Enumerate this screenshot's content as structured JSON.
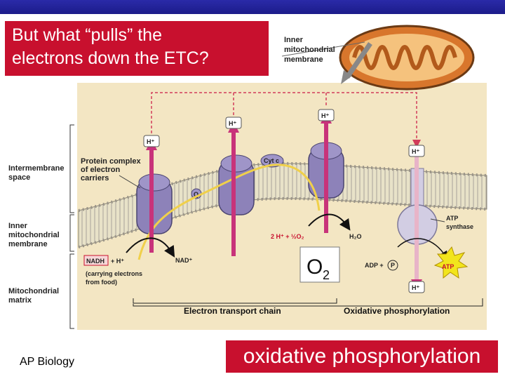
{
  "slide": {
    "title_line1": "But what “pulls” the",
    "title_line2": "electrons down the ETC?",
    "footer_left": "AP Biology",
    "footer_right": "oxidative phosphorylation"
  },
  "diagram": {
    "inner_membrane_callout": [
      "Inner",
      "mitochondrial",
      "membrane"
    ],
    "side_labels": {
      "intermembrane": [
        "Intermembrane",
        "space"
      ],
      "inner_membrane": [
        "Inner",
        "mitochondrial",
        "membrane"
      ],
      "matrix": [
        "Mitochondrial",
        "matrix"
      ]
    },
    "protein_complex": [
      "Protein complex",
      "of electron",
      "carriers"
    ],
    "q_label": "Q",
    "cytc_label": "Cyt c",
    "h_plus": "H⁺",
    "nadh": "NADH",
    "nadh_plus_h": "+ H⁺",
    "nad_plus": "NAD⁺",
    "carrying": [
      "(carrying electrons",
      "from food)"
    ],
    "water_reaction": "2 H⁺ + ½O₂",
    "h2o": "H₂O",
    "o2": "O",
    "o2_sub": "2",
    "adp": "ADP +",
    "pi": "P",
    "atp": "ATP",
    "atp_synthase": [
      "ATP",
      "synthase"
    ],
    "etc_label": "Electron transport chain",
    "oxphos_label": "Oxidative phosphorylation"
  }
}
